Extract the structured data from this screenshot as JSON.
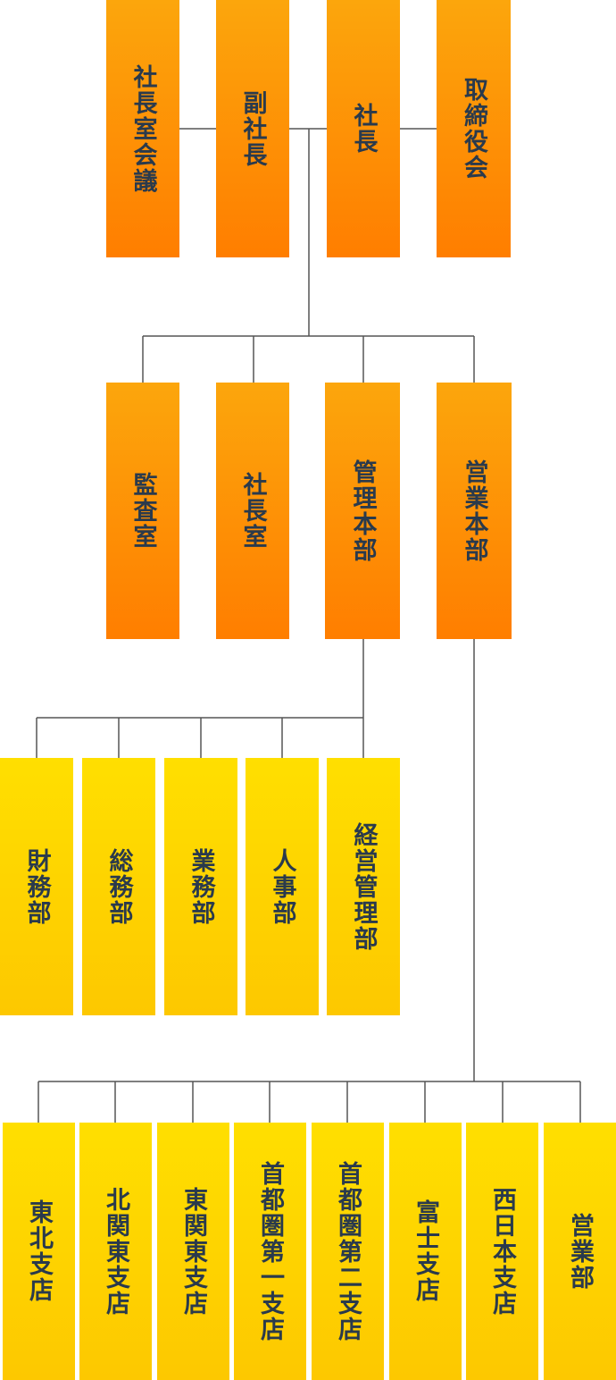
{
  "executive": {
    "board_of_presidents": "社長室会議",
    "vice_president": "副社長",
    "president": "社長",
    "board_of_directors": "取締役会"
  },
  "divisions": {
    "audit": "監査室",
    "president_office": "社長室",
    "admin_hq": "管理本部",
    "sales_hq": "営業本部"
  },
  "admin_departments": {
    "finance": "財務部",
    "general_affairs": "総務部",
    "operations": "業務部",
    "personnel": "人事部",
    "management": "経営管理部"
  },
  "sales_branches": {
    "tohoku": "東北支店",
    "kitakanto": "北関東支店",
    "higashikanto": "東関東支店",
    "shutoken1": "首都圏第一支店",
    "shutoken2": "首都圏第二支店",
    "fuji": "富士支店",
    "nishinihon": "西日本支店",
    "sales_dept": "営業部"
  },
  "colors": {
    "executive_box": "#ff8f06",
    "department_box": "#fed500",
    "connector_line": "#555555",
    "label_text": "#2a3a4c"
  }
}
